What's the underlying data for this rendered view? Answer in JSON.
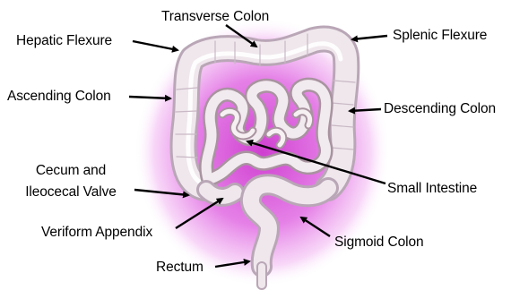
{
  "labels": {
    "transverse_colon": "Transverse Colon",
    "hepatic_flexure": "Hepatic Flexure",
    "splenic_flexure": "Splenic Flexure",
    "ascending_colon": "Ascending Colon",
    "descending_colon": "Descending Colon",
    "cecum_line1": "Cecum and",
    "cecum_line2": "Ileocecal Valve",
    "small_intestine": "Small Intestine",
    "veriform_appendix": "Veriform Appendix",
    "sigmoid_colon": "Sigmoid Colon",
    "rectum": "Rectum"
  },
  "colors": {
    "glow_center": "#e060e0",
    "glow_edge": "#ffffff",
    "intestine_fill": "#efe7ec",
    "intestine_shadow": "#b9a6b6",
    "arrow": "#000000"
  }
}
